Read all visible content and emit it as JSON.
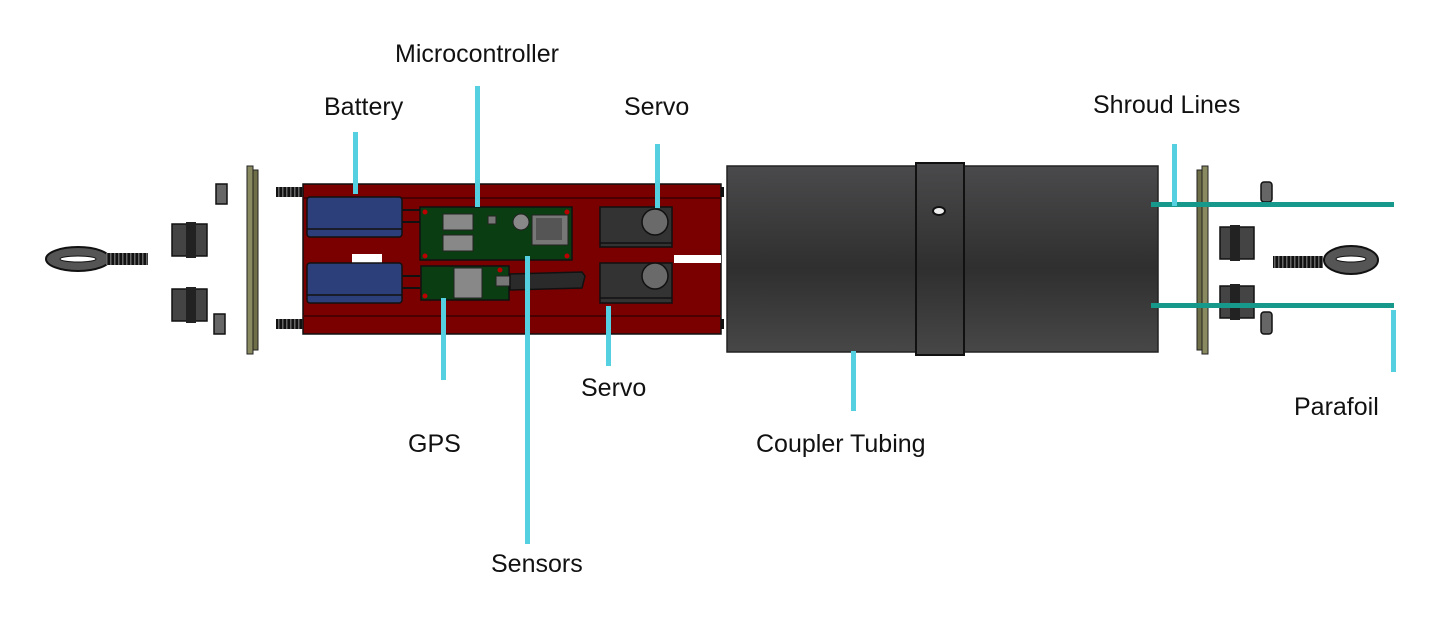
{
  "diagram": {
    "title": "",
    "description": "Exploded view of parafoil payload bay assembly",
    "colors": {
      "leader_line": "#55d0e0",
      "shroud_line": "#16998a",
      "sled_frame": "#7a0000",
      "battery": "#2c3f7a",
      "pcb": "#0a3d12",
      "servo": "#333333",
      "coupler_tube": "#3a3a3a",
      "bulkhead": "#8a8a60",
      "label_text": "#111111"
    },
    "labels": {
      "microcontroller": "Microcontroller",
      "battery": "Battery",
      "servo_top": "Servo",
      "servo_bottom": "Servo",
      "gps": "GPS",
      "sensors": "Sensors",
      "coupler_tubing": "Coupler Tubing",
      "shroud_lines": "Shroud Lines",
      "parafoil": "Parafoil"
    }
  }
}
